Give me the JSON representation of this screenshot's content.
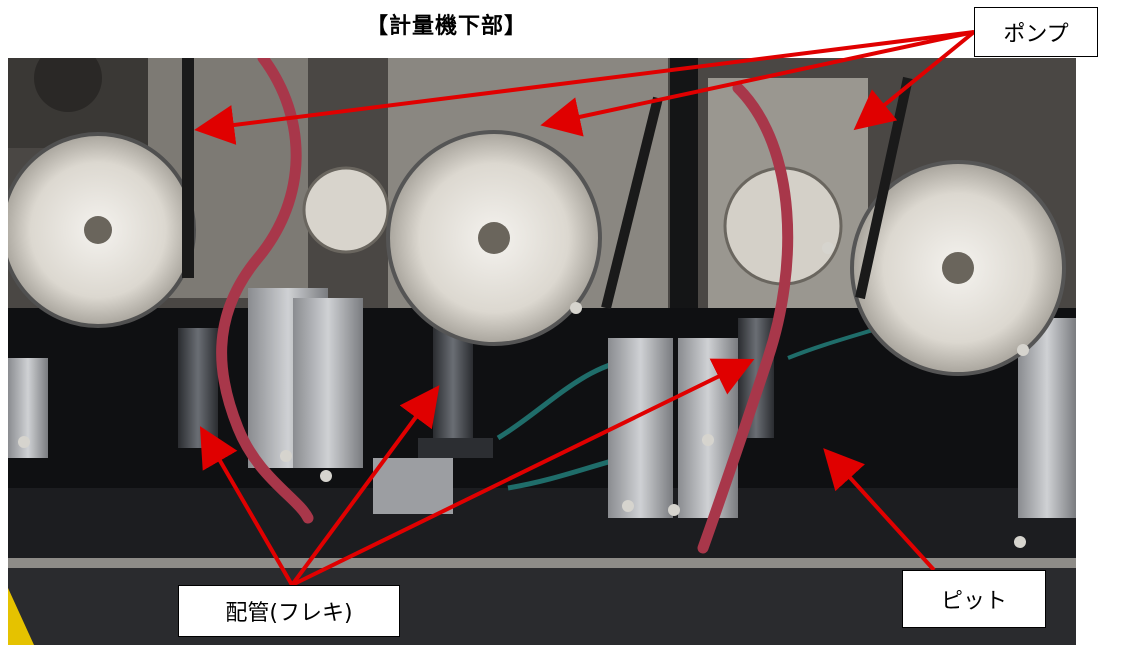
{
  "page_title": "【計量機下部】",
  "callouts": {
    "pump": "ポンプ",
    "pipe": "配管(フレキ)",
    "pit": "ピット"
  },
  "colors": {
    "arrow": "#e00000",
    "hose": "#a8374a",
    "pulley": "#e4e2dc",
    "background_dark": "#111214"
  }
}
